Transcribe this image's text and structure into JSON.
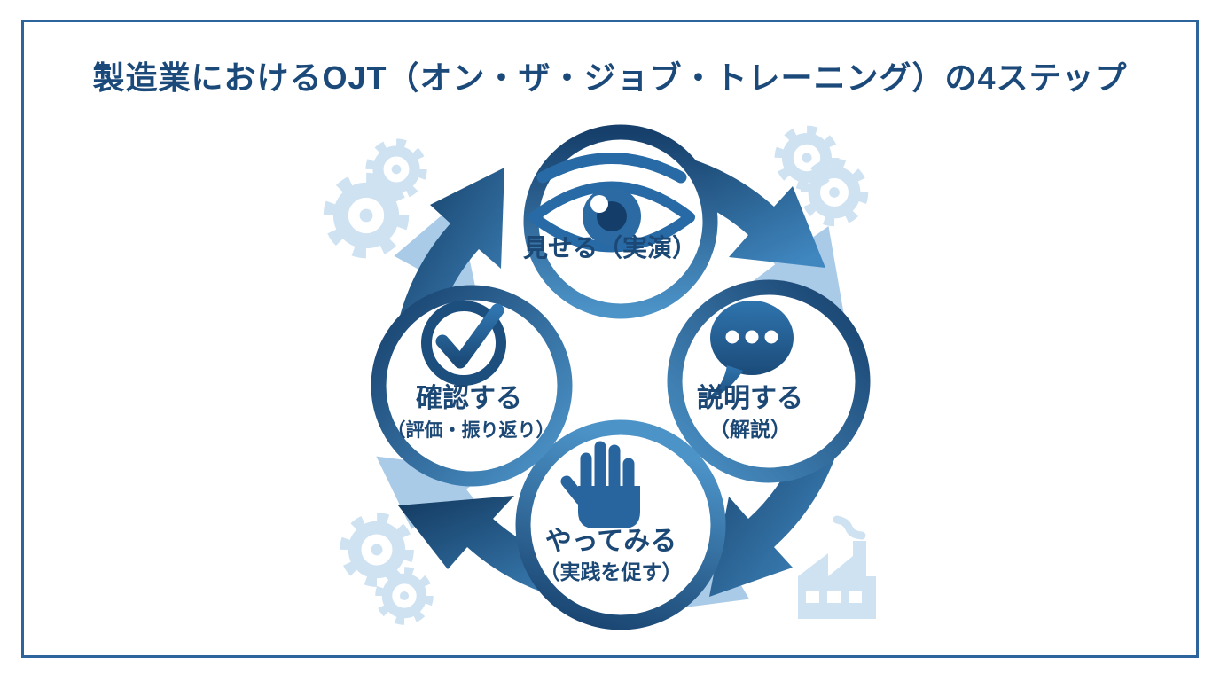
{
  "title": "製造業におけるOJT（オン・ザ・ジョブ・トレーニング）の4ステップ",
  "steps": [
    {
      "name": "show",
      "label": "見せる（実演）",
      "sub": "",
      "icon": "eye-icon"
    },
    {
      "name": "explain",
      "label": "説明する",
      "sub": "（解説）",
      "icon": "speech-bubble-icon"
    },
    {
      "name": "try",
      "label": "やってみる",
      "sub": "（実践を促す）",
      "icon": "hand-icon"
    },
    {
      "name": "confirm",
      "label": "確認する",
      "sub": "（評価・振り返り）",
      "icon": "check-circle-icon"
    }
  ],
  "cycle": {
    "direction": "clockwise",
    "arrow_count": 4
  },
  "decorations": {
    "background_icons": [
      "gear-icon",
      "factory-icon"
    ],
    "gear_clusters": [
      "top-left",
      "top-right",
      "bottom-left"
    ],
    "factory_position": "bottom-right"
  },
  "colors": {
    "background": "#ffffff",
    "frame_border": "#2d649b",
    "title_text": "#1b4a7a",
    "label_text": "#1c4876",
    "ring_dark": "#163f6b",
    "ring_light": "#4c93c8",
    "arrow_dark": "#12395f",
    "arrow_light_end": "#4087c0",
    "arrow_echo": "#a9cbe8",
    "icon_blue": "#2b6aa3",
    "decoration_blue": "#cfe2f2"
  }
}
